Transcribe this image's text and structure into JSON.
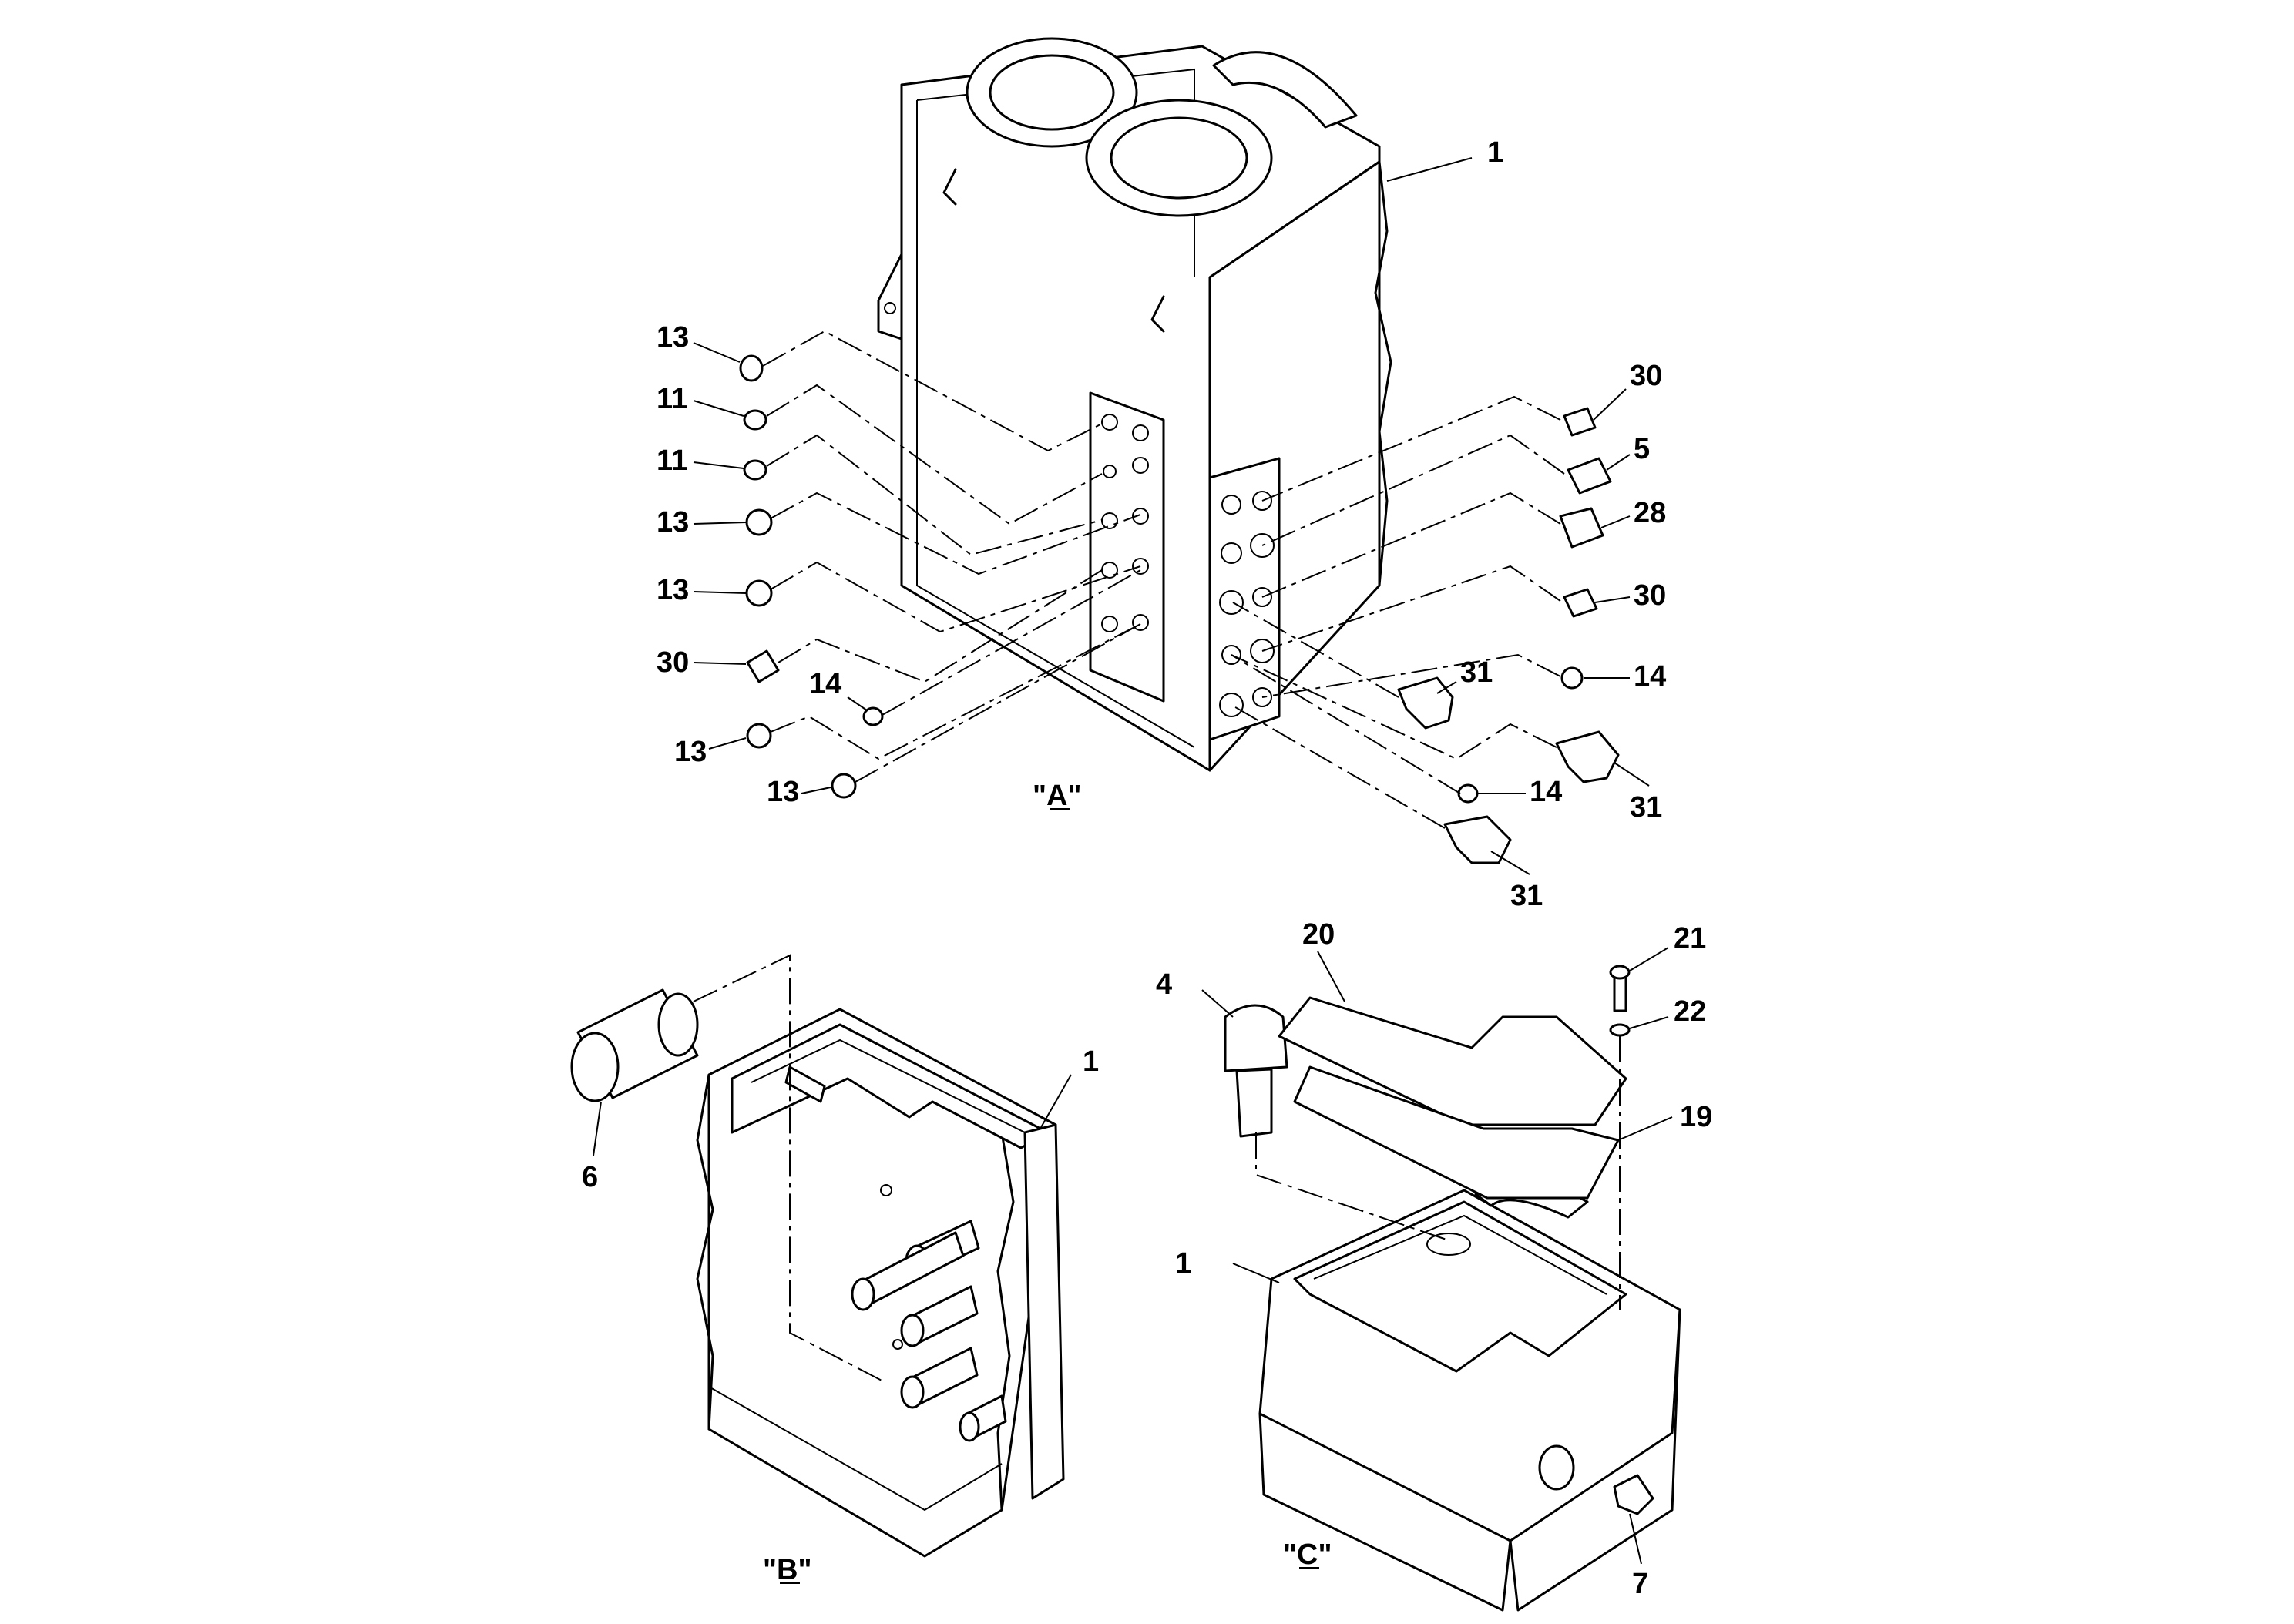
{
  "views": {
    "a": "\"A\"",
    "b": "\"B\"",
    "c": "\"C\""
  },
  "callouts_a": {
    "c1": "1",
    "c13a": "13",
    "c11a": "11",
    "c11b": "11",
    "c13b": "13",
    "c13c": "13",
    "c30a": "30",
    "c14a": "14",
    "c13d": "13",
    "c13e": "13",
    "c30b": "30",
    "c5": "5",
    "c28": "28",
    "c30c": "30",
    "c14b": "14",
    "c31a": "31",
    "c31b": "31",
    "c14c": "14",
    "c31c": "31"
  },
  "callouts_b": {
    "c6": "6",
    "c1": "1"
  },
  "callouts_c": {
    "c4": "4",
    "c20": "20",
    "c21": "21",
    "c22": "22",
    "c19": "19",
    "c1": "1",
    "c7": "7"
  }
}
